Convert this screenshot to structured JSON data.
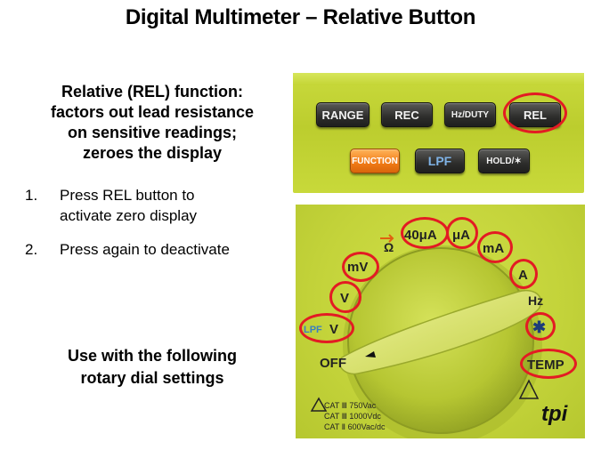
{
  "title": "Digital Multimeter – Relative Button",
  "description": [
    "Relative (REL) function:",
    "factors out lead resistance",
    "on sensitive readings;",
    "zeroes the display"
  ],
  "steps": [
    {
      "num": "1.",
      "lines": [
        "Press REL button to",
        "activate zero display"
      ]
    },
    {
      "num": "2.",
      "lines": [
        "Press again to deactivate"
      ]
    }
  ],
  "note": [
    "Use with the following",
    "rotary dial settings"
  ],
  "panel": {
    "buttons": [
      "RANGE",
      "REC",
      "Hz/DUTY",
      "REL",
      "FUNCTION",
      "LPF",
      "HOLD/✶"
    ]
  },
  "dial": {
    "labels": {
      "lpf": "LPF",
      "v_ac": "V",
      "v_dc": "V",
      "mv": "mV",
      "ohm": "Ω",
      "ua40": "40μA",
      "ua": "μA",
      "ma": "mA",
      "a": "A",
      "hz": "Hz",
      "temp": "TEMP",
      "off": "OFF",
      "cat1": "CAT Ⅲ  750Vac",
      "cat2": "CAT Ⅲ 1000Vdc",
      "cat3": "CAT Ⅱ  600Vac/dc",
      "brand": "tpi"
    }
  },
  "colors": {
    "ring": "#e31b23",
    "panel": "#c6d736",
    "button": "#2b2b29",
    "function_button": "#f07a16"
  }
}
